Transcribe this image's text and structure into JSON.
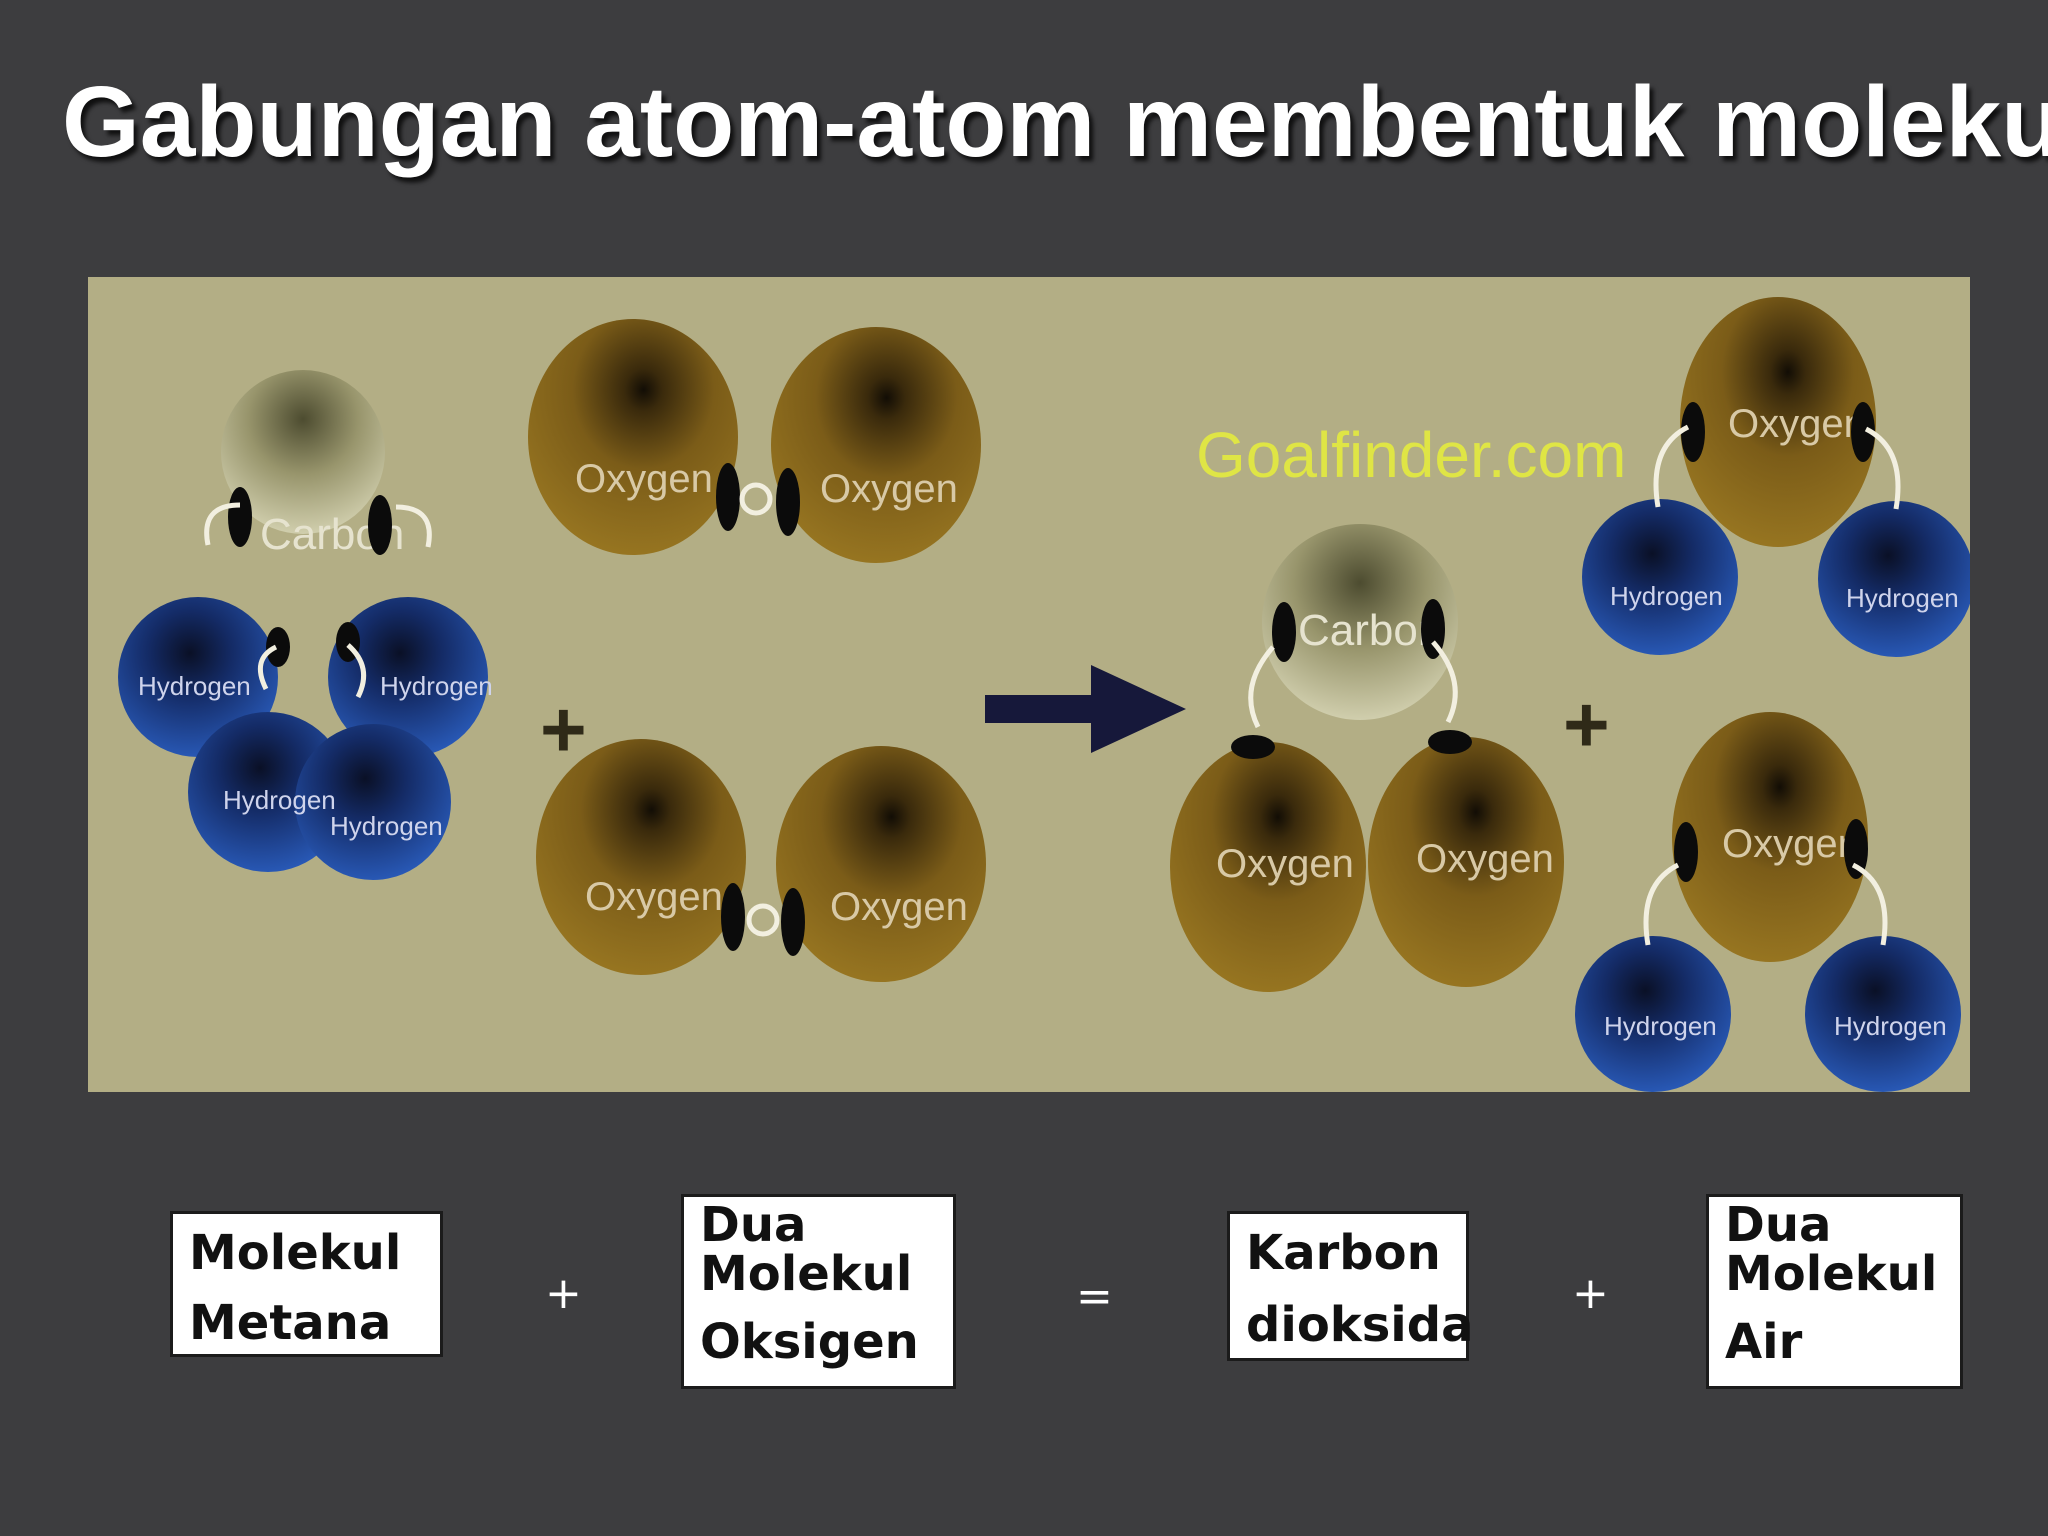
{
  "title": "Gabungan atom-atom membentuk molekul",
  "diagram": {
    "watermark": "Goalfinder.com",
    "labels": {
      "carbon": "Carbon",
      "oxygen": "Oxygen",
      "hydrogen": "Hydrogen"
    },
    "plus_sign": "+",
    "colors": {
      "panel_bg": "#b3ae85",
      "oxygen": "#8a6a1a",
      "carbon": "#a9a67e",
      "hydrogen": "#1e4ea3",
      "arrow": "#16183a"
    }
  },
  "captions": {
    "methane": {
      "line1": "Molekul",
      "line2": "Metana"
    },
    "oxygen": {
      "line1": "Dua",
      "line2": "Molekul",
      "line3": "Oksigen"
    },
    "co2": {
      "line1": "Karbon",
      "line2": "dioksida"
    },
    "water": {
      "line1": "Dua",
      "line2": "Molekul",
      "line3": "Air"
    }
  },
  "operators": {
    "plus1": "+",
    "equals": "=",
    "plus2": "+"
  }
}
